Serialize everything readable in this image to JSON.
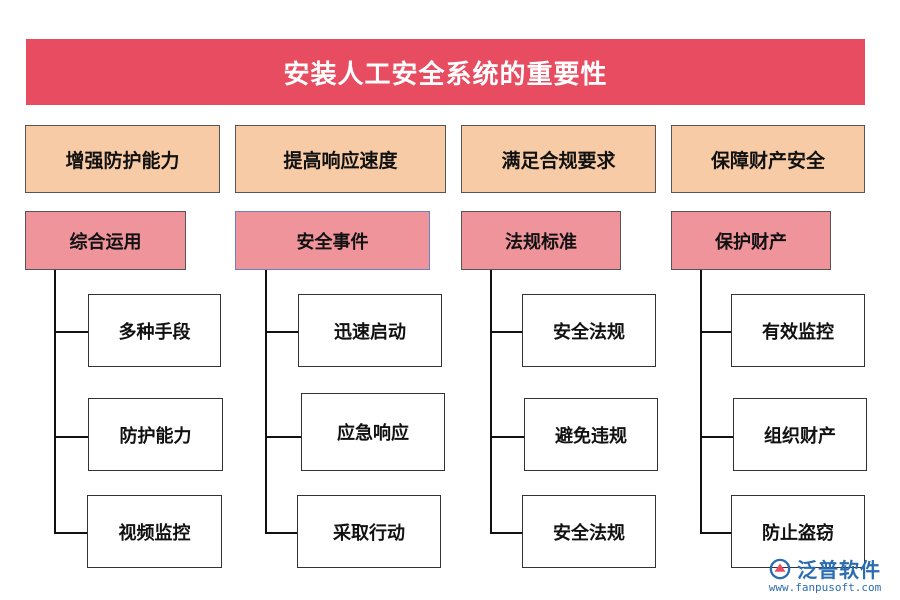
{
  "title": "安装人工安全系统的重要性",
  "colors": {
    "banner": "#e84c60",
    "category": "#f8cba7",
    "subheader": "#f0949c",
    "leaf": "#ffffff"
  },
  "columns": [
    {
      "category": "增强防护能力",
      "subheader": "综合运用",
      "items": [
        "多种手段",
        "防护能力",
        "视频监控"
      ]
    },
    {
      "category": "提高响应速度",
      "subheader": "安全事件",
      "items": [
        "迅速启动",
        "应急响应",
        "采取行动"
      ]
    },
    {
      "category": "满足合规要求",
      "subheader": "法规标准",
      "items": [
        "安全法规",
        "避免违规",
        "安全法规"
      ]
    },
    {
      "category": "保障财产安全",
      "subheader": "保护财产",
      "items": [
        "有效监控",
        "组织财产",
        "防止盗窃"
      ]
    }
  ],
  "watermark": {
    "brand": "泛普软件",
    "url": "www.fanpusoft.com",
    "icon": "fanpu-logo-icon"
  }
}
